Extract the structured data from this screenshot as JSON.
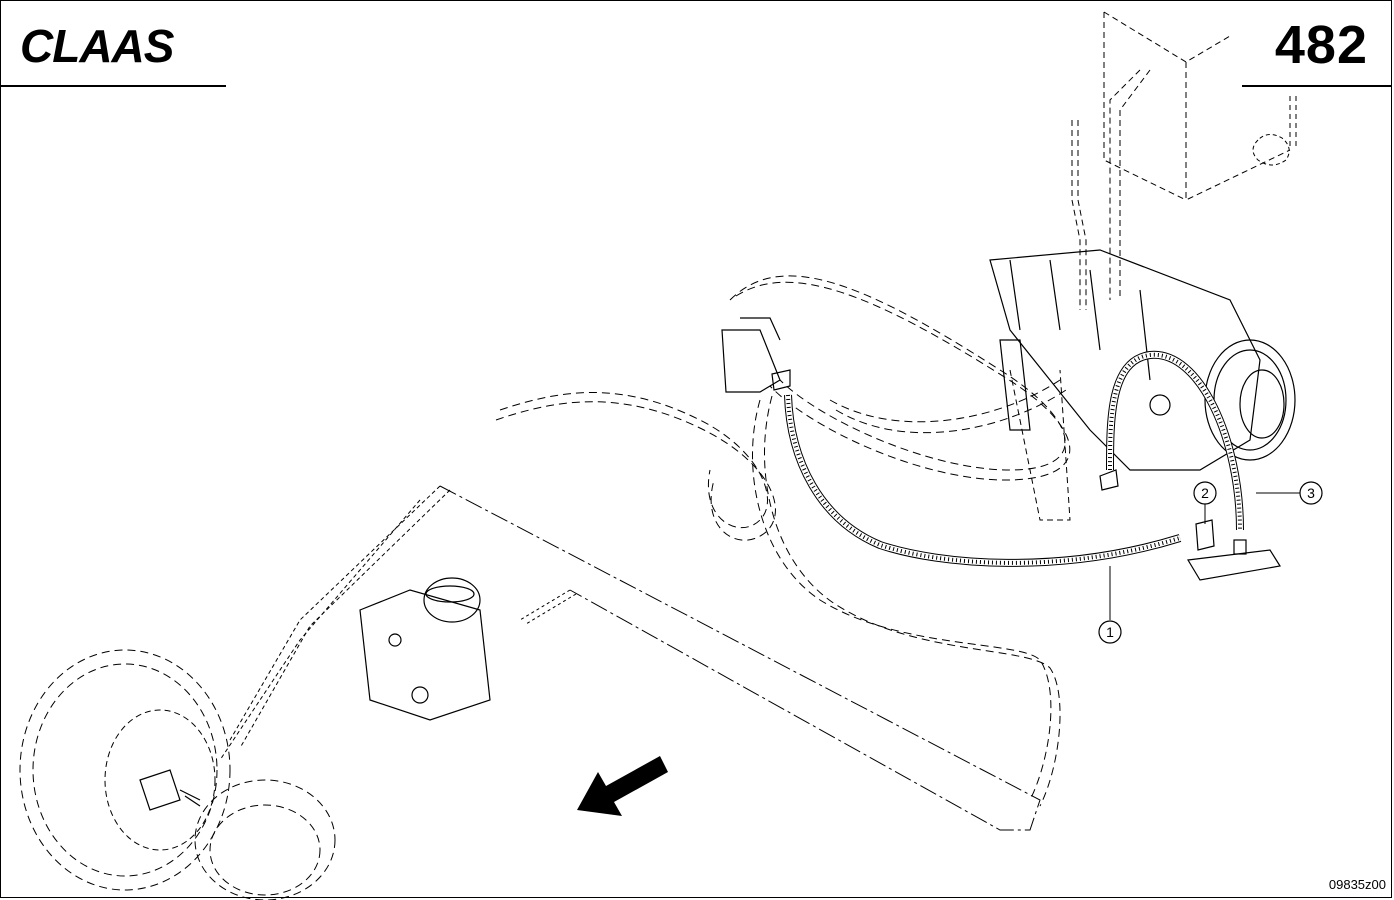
{
  "header": {
    "brand": "CLAAS",
    "page_number": "482"
  },
  "footer": {
    "reference_code": "09835z00"
  },
  "callouts": [
    {
      "id": "1",
      "label": "1"
    },
    {
      "id": "2",
      "label": "2"
    },
    {
      "id": "3",
      "label": "3"
    }
  ],
  "icons": {
    "logo": "claas-logo",
    "direction": "travel-direction-arrow-icon"
  },
  "colors": {
    "ink": "#000000",
    "background": "#ffffff"
  }
}
